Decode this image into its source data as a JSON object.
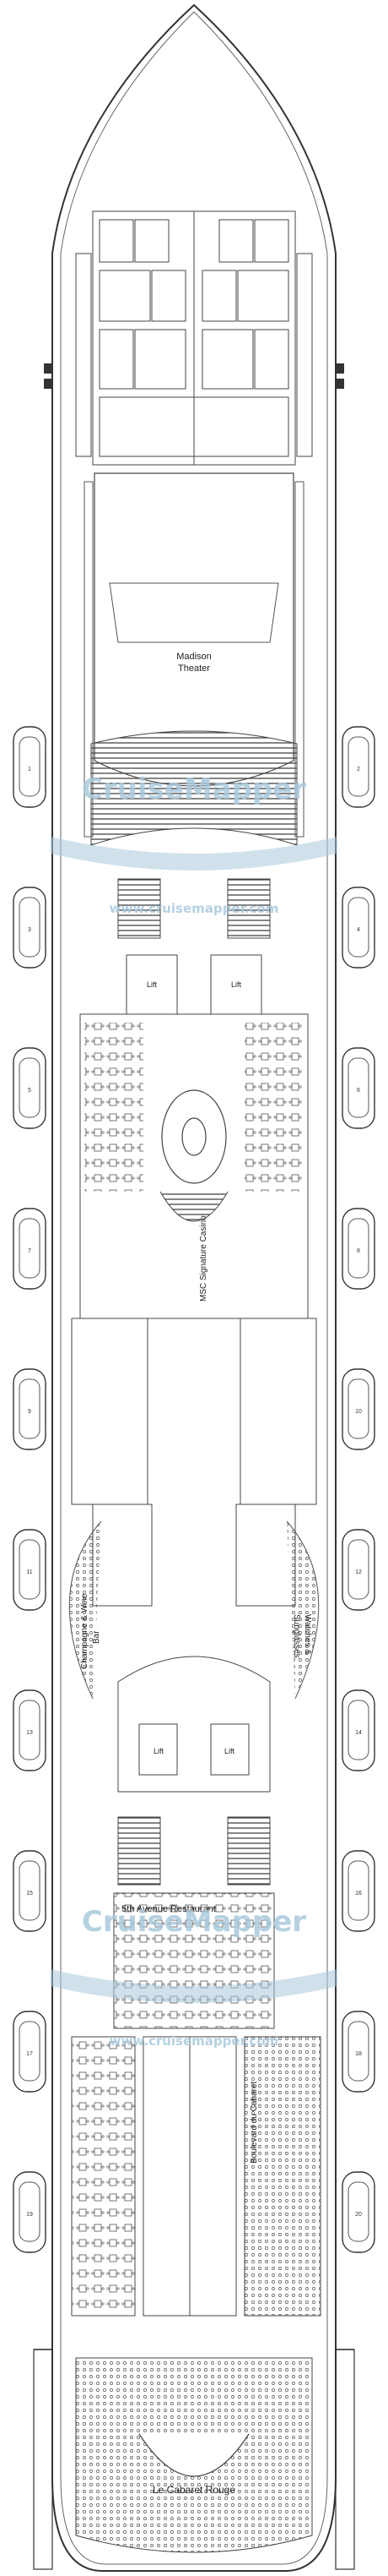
{
  "venues": {
    "madison": "Madison",
    "theater": "Theater",
    "casino": "MSC Signature Casino",
    "champagne": "Champagne & Wine",
    "champagne_bar": "Bar",
    "watches": "Watches &",
    "sunglasses": "Sunglasses",
    "fifth_avenue": "5th Avenue Restaurant",
    "boulevard": "Boulevard du Cabaret",
    "cabaret": "Le Cabaret Rouge"
  },
  "lifts": {
    "lift_a": "Lift",
    "lift_b": "Lift",
    "lift_c": "Lift",
    "lift_d": "Lift"
  },
  "watermark": {
    "logo": "CruiseMapper",
    "url": "www.cruisemapper.com"
  },
  "lifeboats": {
    "port": [
      "1",
      "3",
      "5",
      "7",
      "9",
      "11",
      "13",
      "15",
      "17",
      "19"
    ],
    "starboard": [
      "2",
      "4",
      "6",
      "8",
      "10",
      "12",
      "14",
      "16",
      "18",
      "20"
    ]
  },
  "colors": {
    "line": "#3a3a3a",
    "watermark": "#a9c9dd",
    "background": "#ffffff"
  }
}
